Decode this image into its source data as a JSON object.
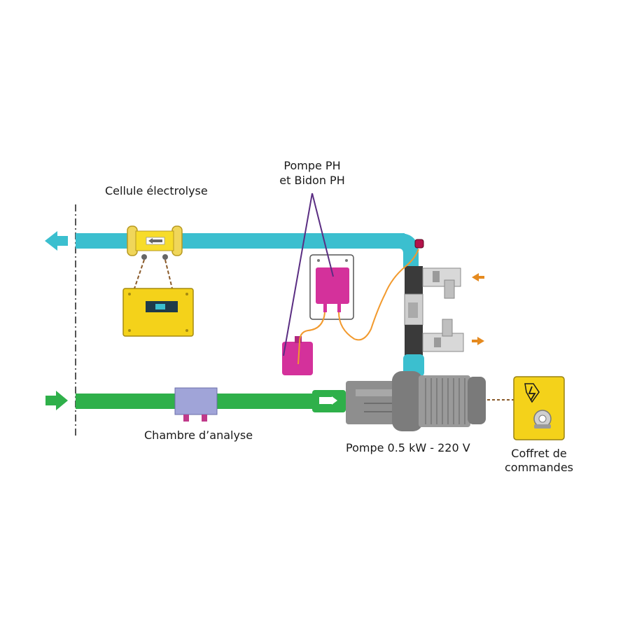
{
  "labels": {
    "cellule": "Cellule électrolyse",
    "pompe_ph_line1": "Pompe PH",
    "pompe_ph_line2": "et Bidon PH",
    "chambre": "Chambre d’analyse",
    "pompe": "Pompe 0.5 kW - 220 V",
    "coffret_line1": "Coffret de",
    "coffret_line2": "commandes"
  },
  "colors": {
    "pipe_return": "#3bbfcf",
    "pipe_supply": "#2fb04a",
    "electrolysis_yellow": "#f2d21b",
    "ph_magenta": "#d4319b",
    "pump_gray": "#8a8a8a",
    "analysis_chamber": "#a0a4d8",
    "orange": "#f29a2e",
    "purple_leader": "#5a2d82"
  },
  "icons": [
    "arrow-left-icon",
    "arrow-right-icon",
    "lightning-icon",
    "dial-icon"
  ]
}
